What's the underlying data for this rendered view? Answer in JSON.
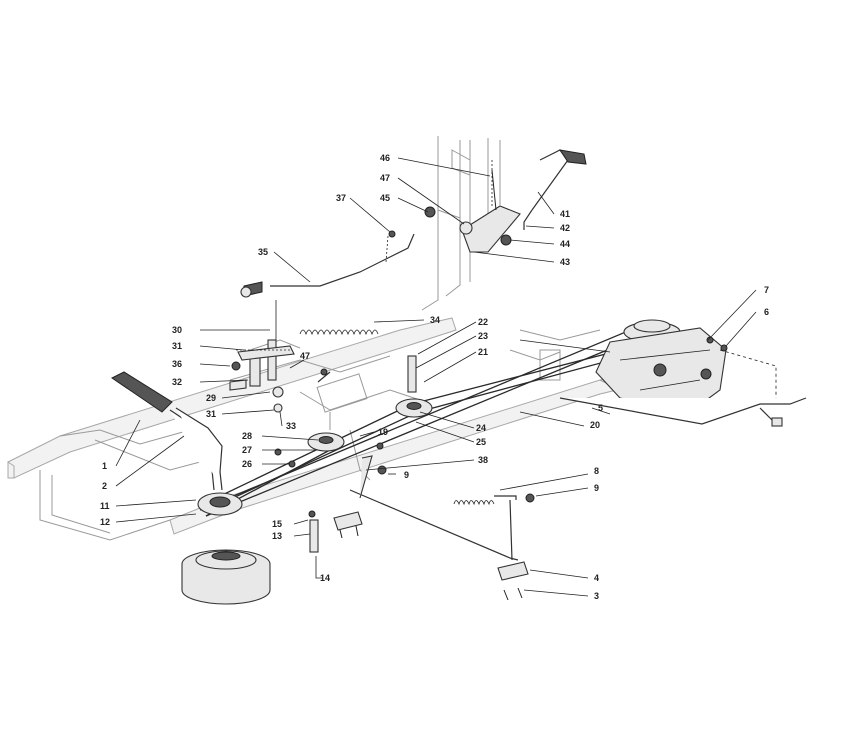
{
  "figure": {
    "type": "exploded parts diagram",
    "callouts": [
      {
        "id": "c1",
        "label": "1"
      },
      {
        "id": "c2",
        "label": "2"
      },
      {
        "id": "c3",
        "label": "3"
      },
      {
        "id": "c4",
        "label": "4"
      },
      {
        "id": "c5",
        "label": "5"
      },
      {
        "id": "c6",
        "label": "6"
      },
      {
        "id": "c7",
        "label": "7"
      },
      {
        "id": "c8",
        "label": "8"
      },
      {
        "id": "c9a",
        "label": "9"
      },
      {
        "id": "c9b",
        "label": "9"
      },
      {
        "id": "c11",
        "label": "11"
      },
      {
        "id": "c12",
        "label": "12"
      },
      {
        "id": "c13",
        "label": "13"
      },
      {
        "id": "c14",
        "label": "14"
      },
      {
        "id": "c15",
        "label": "15"
      },
      {
        "id": "c19",
        "label": "19"
      },
      {
        "id": "c20",
        "label": "20"
      },
      {
        "id": "c21",
        "label": "21"
      },
      {
        "id": "c22",
        "label": "22"
      },
      {
        "id": "c23",
        "label": "23"
      },
      {
        "id": "c24",
        "label": "24"
      },
      {
        "id": "c25",
        "label": "25"
      },
      {
        "id": "c26",
        "label": "26"
      },
      {
        "id": "c27",
        "label": "27"
      },
      {
        "id": "c28",
        "label": "28"
      },
      {
        "id": "c29",
        "label": "29"
      },
      {
        "id": "c30",
        "label": "30"
      },
      {
        "id": "c31a",
        "label": "31"
      },
      {
        "id": "c31b",
        "label": "31"
      },
      {
        "id": "c32",
        "label": "32"
      },
      {
        "id": "c33",
        "label": "33"
      },
      {
        "id": "c34",
        "label": "34"
      },
      {
        "id": "c35",
        "label": "35"
      },
      {
        "id": "c36",
        "label": "36"
      },
      {
        "id": "c37",
        "label": "37"
      },
      {
        "id": "c38",
        "label": "38"
      },
      {
        "id": "c41",
        "label": "41"
      },
      {
        "id": "c42",
        "label": "42"
      },
      {
        "id": "c43",
        "label": "43"
      },
      {
        "id": "c44",
        "label": "44"
      },
      {
        "id": "c45",
        "label": "45"
      },
      {
        "id": "c46",
        "label": "46"
      },
      {
        "id": "c47a",
        "label": "47"
      },
      {
        "id": "c47b",
        "label": "47"
      }
    ]
  }
}
